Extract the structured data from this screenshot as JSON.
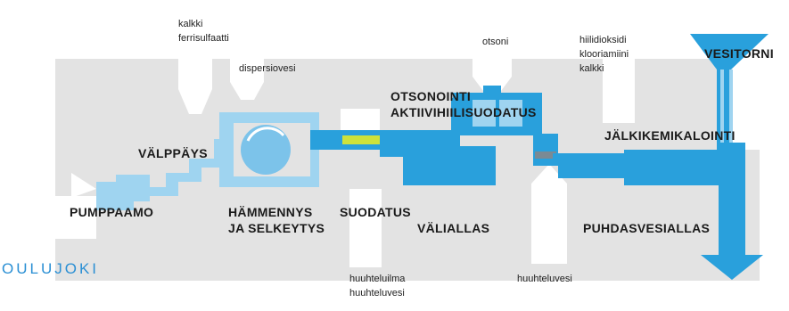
{
  "colors": {
    "background": "#ffffff",
    "band": "#e3e3e3",
    "water": "#29a0dc",
    "water_light": "#9fd4f0",
    "filter": "#cde23b",
    "carbon": "#7a8a94",
    "river_text": "#2a8fd4"
  },
  "labels": {
    "pumppaamo": "PUMPPAAMO",
    "valppays": "VÄLPPÄYS",
    "hammennys": "HÄMMENNYS",
    "ja_selkeytys": "JA SELKEYTYS",
    "suodatus": "SUODATUS",
    "valiallas": "VÄLIALLAS",
    "otsonointi": "OTSONOINTI",
    "aktiivihiili": "AKTIIVIHIILISUODATUS",
    "jalkikemikalointi": "JÄLKIKEMIKALOINTI",
    "puhdasvesiallas": "PUHDASVESIALLAS",
    "vesitorni": "VESITORNI",
    "oulujoki": "OULUJOKI"
  },
  "chemicals": {
    "kalkki": "kalkki",
    "ferrisulfaatti": "ferrisulfaatti",
    "dispersiovesi": "dispersiovesi",
    "otsoni": "otsoni",
    "hiilidioksidi": "hiilidioksidi",
    "kloramiini": "klooriamiini",
    "kalkki2": "kalkki",
    "huuhteluilma": "huuhteluilma",
    "huuhteluvesi_filter": "huuhteluvesi",
    "huuhteluvesi_carbon": "huuhteluvesi"
  }
}
